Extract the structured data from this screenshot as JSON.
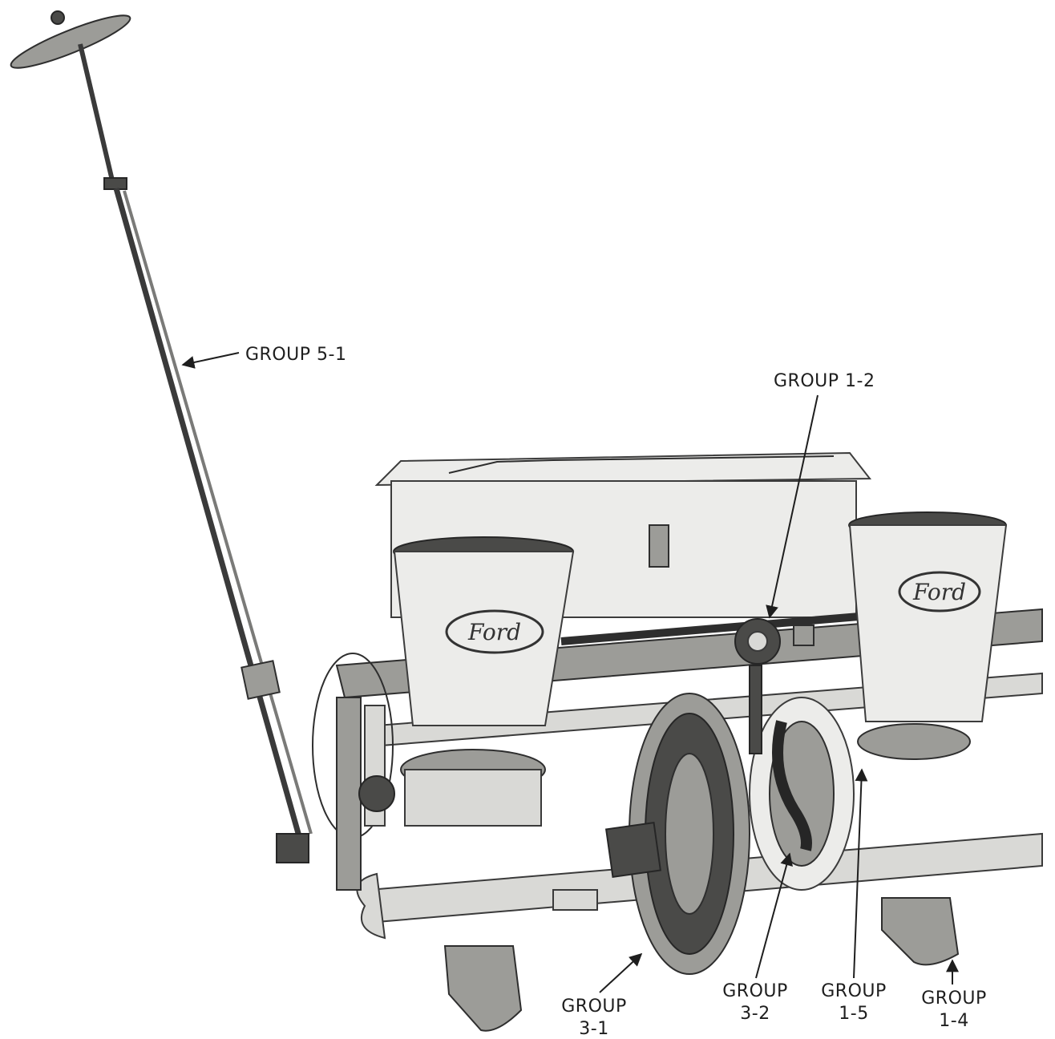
{
  "callouts": {
    "group_5_1": "GROUP 5-1",
    "group_1_2": "GROUP 1-2",
    "group_3_1_a": "GROUP",
    "group_3_1_b": "3-1",
    "group_3_2_a": "GROUP",
    "group_3_2_b": "3-2",
    "group_1_5_a": "GROUP",
    "group_1_5_b": "1-5",
    "group_1_4_a": "GROUP",
    "group_1_4_b": "1-4"
  },
  "hopper_logo_text": "Ford"
}
